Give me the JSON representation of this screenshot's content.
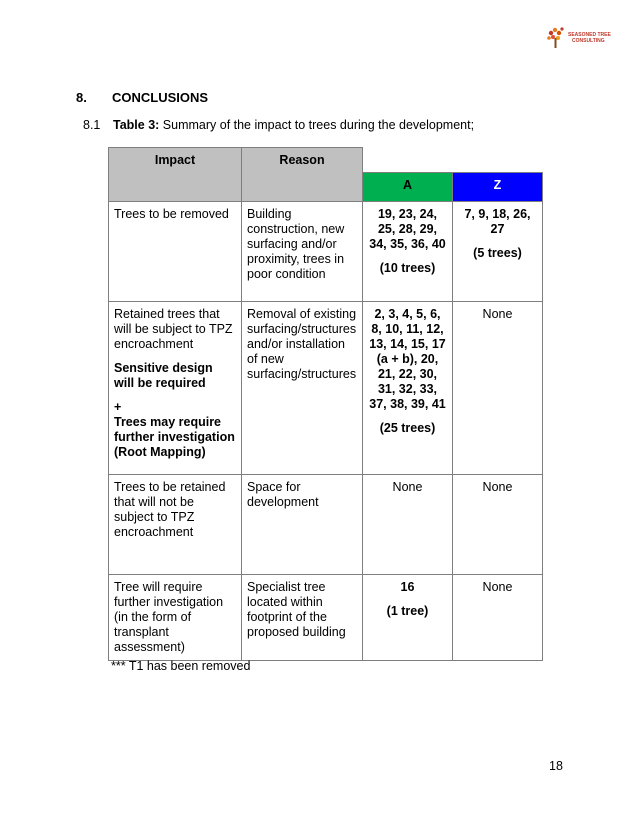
{
  "logo": {
    "line1": "SEASONED TREE",
    "line2": "CONSULTING"
  },
  "heading": {
    "number": "8.",
    "title": "CONCLUSIONS"
  },
  "subheading": {
    "number": "8.1",
    "bold": "Table 3:",
    "text": " Summary of the impact to trees during the development;"
  },
  "table": {
    "headers": {
      "impact": "Impact",
      "reason": "Reason",
      "col_a": "A",
      "col_z": "Z"
    },
    "rows": [
      {
        "impact": "Trees to be removed",
        "reason": "Building construction, new surfacing and/or proximity, trees in poor condition",
        "a_list": "19, 23, 24, 25, 28, 29, 34, 35, 36, 40",
        "a_count": "(10 trees)",
        "z_list": "7, 9, 18, 26, 27",
        "z_count": "(5 trees)"
      },
      {
        "impact": "Retained trees that will be subject to TPZ encroachment",
        "impact_bold1": "Sensitive design will be required",
        "impact_plus": "+",
        "impact_bold2": "Trees may require further investigation (Root Mapping)",
        "reason": "Removal of existing surfacing/structures and/or installation of new surfacing/structures",
        "a_list": "2, 3, 4, 5, 6, 8, 10, 11, 12, 13, 14, 15, 17 (a + b), 20, 21, 22, 30, 31, 32, 33, 37, 38, 39, 41",
        "a_count": "(25 trees)",
        "z": "None"
      },
      {
        "impact": "Trees to be retained that will not be subject to TPZ encroachment",
        "reason": "Space for development",
        "a": "None",
        "z": "None"
      },
      {
        "impact": "Tree will require further investigation (in the form of transplant assessment)",
        "reason": "Specialist tree located within footprint of the proposed building",
        "a_list": "16",
        "a_count": "(1 tree)",
        "z": "None"
      }
    ]
  },
  "footnote": "*** T1 has been removed",
  "page_number": "18",
  "colors": {
    "col_a_bg": "#00b050",
    "col_z_bg": "#0000ff",
    "header_bg": "#c0c0c0"
  }
}
